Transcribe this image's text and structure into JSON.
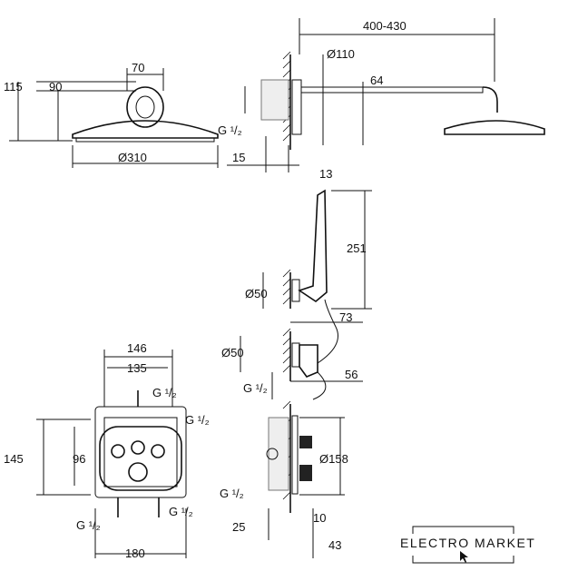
{
  "dimensions": {
    "arm_length": "400-430",
    "head_mount": "70",
    "flange_dia": "Ø110",
    "arm_drop": "64",
    "head_height_total": "115",
    "head_height": "90",
    "head_connection": "G ¹/₂",
    "depth_15": "15",
    "head_dia": "Ø310",
    "wall_13": "13",
    "rail_height": "251",
    "holder_dia": "Ø50",
    "holder_offset": "73",
    "outlet_dia": "Ø50",
    "outlet_offset": "56",
    "outlet_connection": "G ¹/₂",
    "box_width_outer": "146",
    "box_width_inner": "135",
    "box_conn_top": "G ¹/₂",
    "box_conn_right": "G ¹/₂",
    "box_height_outer": "145",
    "box_height_inner": "96",
    "trim_dia": "Ø158",
    "side_conn": "G ¹/₂",
    "box_conn_bottom_left": "G ¹/₂",
    "box_conn_bottom_right": "G ¹/₂",
    "depth_25": "25",
    "depth_10": "10",
    "depth_43": "43",
    "trim_width": "180"
  },
  "logo": {
    "title": "ELECTRO MARKET",
    "subtitle": "ЭЛЕКТРОМАРКЕТ"
  }
}
